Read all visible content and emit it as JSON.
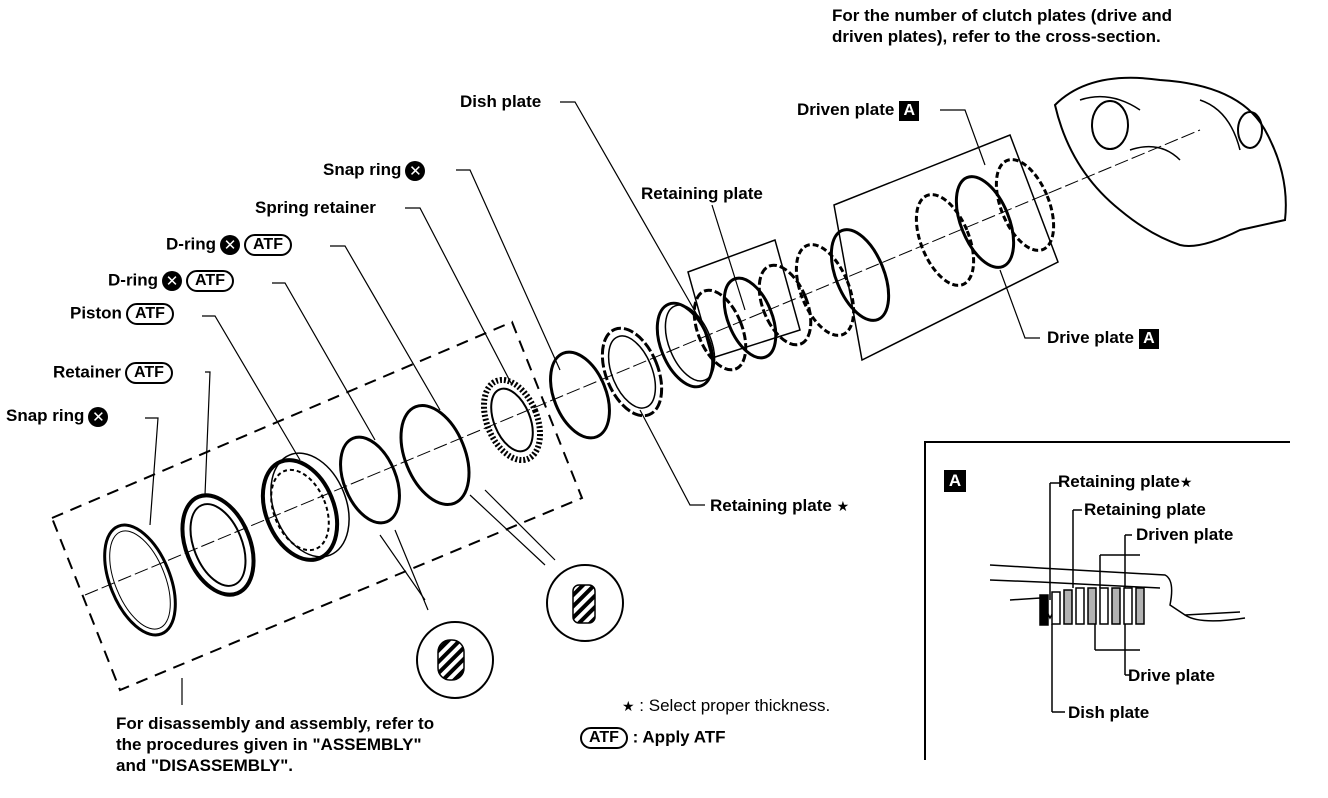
{
  "header_note": {
    "line1": "For the number of clutch plates (drive and",
    "line2": "driven plates), refer to the cross-section."
  },
  "labels": {
    "dish_plate": "Dish plate",
    "driven_plate": "Driven plate",
    "retaining_plate": "Retaining plate",
    "snap_ring_top": "Snap ring",
    "spring_retainer": "Spring retainer",
    "d_ring_1": "D-ring",
    "d_ring_2": "D-ring",
    "piston": "Piston",
    "retainer": "Retainer",
    "snap_ring_left": "Snap ring",
    "drive_plate": "Drive plate",
    "retaining_plate_star": "Retaining plate"
  },
  "symbols": {
    "atf": "ATF",
    "a_box": "A",
    "cross": "✕",
    "star": "★"
  },
  "footer_note": {
    "line1": "For disassembly and assembly, refer to",
    "line2": "the procedures given in \"ASSEMBLY\"",
    "line3": "and \"DISASSEMBLY\"."
  },
  "legend": {
    "star_text": ": Select proper thickness.",
    "atf_text": ": Apply ATF"
  },
  "inset": {
    "badge": "A",
    "retaining_plate_star": "Retaining plate",
    "retaining_plate": "Retaining plate",
    "driven_plate": "Driven plate",
    "drive_plate": "Drive plate",
    "dish_plate": "Dish plate"
  }
}
